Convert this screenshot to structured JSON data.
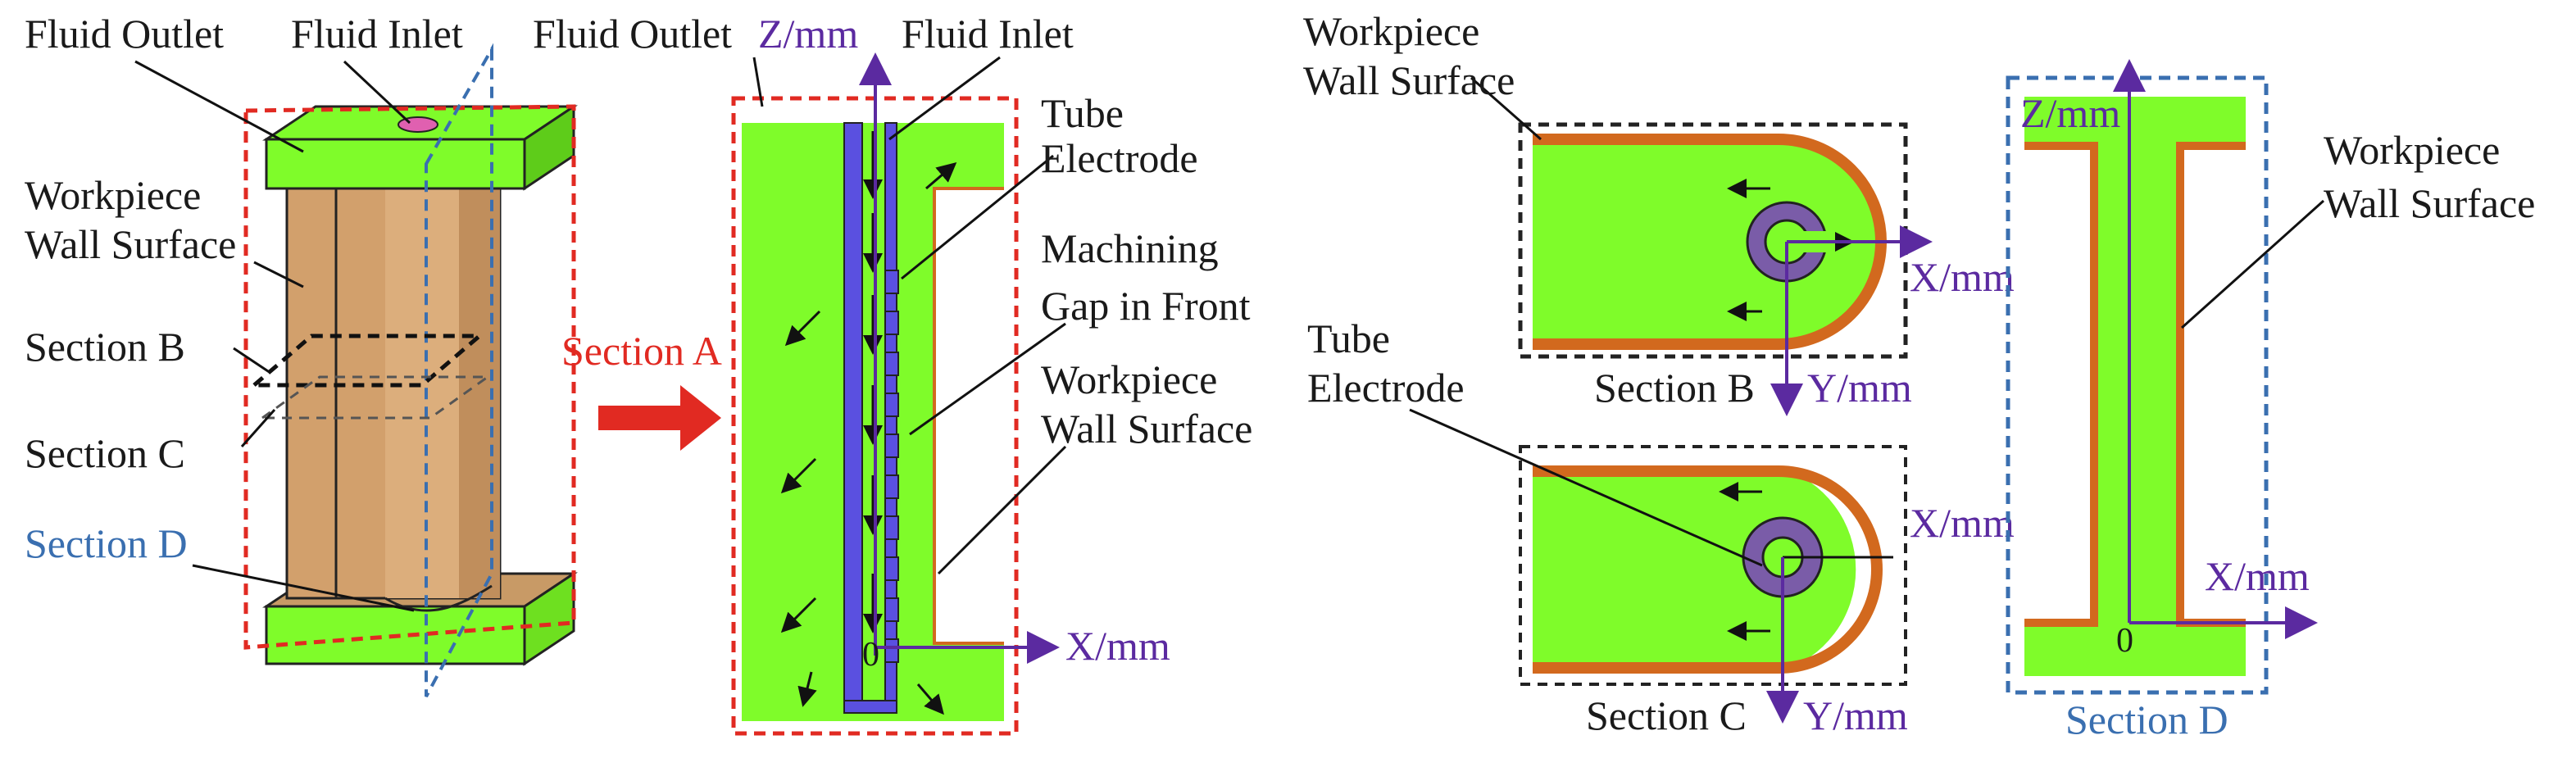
{
  "colors": {
    "fluid_green": "#7ffc2a",
    "workpiece_tan": "#d2a06c",
    "wall_orange": "#d2691e",
    "electrode_blue": "#5a50e0",
    "electrode_purple": "#7a5ca8",
    "section_red": "#e12a22",
    "section_blue": "#3a6fb0",
    "section_black": "#222222",
    "axis_purple": "#5b2aa0"
  },
  "panel1": {
    "fluid_outlet": "Fluid Outlet",
    "fluid_inlet": "Fluid Inlet",
    "workpiece_wall_1": "Workpiece",
    "workpiece_wall_2": "Wall Surface",
    "section_b": "Section B",
    "section_c": "Section C",
    "section_d": "Section D",
    "section_a": "Section A"
  },
  "panel2": {
    "fluid_outlet": "Fluid Outlet",
    "z_axis": "Z/mm",
    "fluid_inlet": "Fluid Inlet",
    "tube_1": "Tube",
    "tube_2": "Electrode",
    "gap_1": "Machining",
    "gap_2": "Gap in Front",
    "wall_1": "Workpiece",
    "wall_2": "Wall Surface",
    "zero": "0",
    "x_axis": "X/mm"
  },
  "panel3": {
    "wall_1": "Workpiece",
    "wall_2": "Wall Surface",
    "x_axis_b": "X/mm",
    "section_b": "Section B",
    "y_axis_b": "Y/mm",
    "tube_1": "Tube",
    "tube_2": "Electrode",
    "x_axis_c": "X/mm",
    "section_c": "Section C",
    "y_axis_c": "Y/mm"
  },
  "panel4": {
    "z_axis": "Z/mm",
    "wall_1": "Workpiece",
    "wall_2": "Wall Surface",
    "x_axis": "X/mm",
    "zero": "0",
    "section_d": "Section D"
  }
}
